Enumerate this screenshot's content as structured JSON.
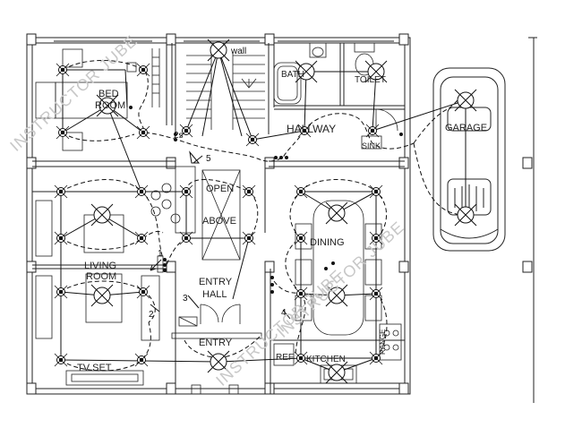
{
  "rooms": {
    "bed_room": [
      "BED",
      "ROOM"
    ],
    "hallway": "HALLWAY",
    "bath": "BATH",
    "toilet": "TOILET",
    "sink": "SINK",
    "garage": "GARAGE",
    "open_above": [
      "OPEN",
      "ABOVE"
    ],
    "living_room": [
      "LIVING",
      "ROOM"
    ],
    "dining": "DINING",
    "entry_hall": [
      "ENTRY",
      "HALL"
    ],
    "entry": "ENTRY",
    "tv_set": "TV SET",
    "ref": "REF",
    "kitchen": "KITCHEN",
    "range": "RANGE"
  },
  "annotations": {
    "wall": "wall",
    "switch_2s": "2s",
    "num_1": "1",
    "num_2": "2",
    "num_3": "3",
    "num_4": "4",
    "num_5": "5"
  },
  "watermarks": [
    "INSTRUCTOR JUBE",
    "INSTRUCTOR JUBE",
    "INSTRUCTOR JUBE"
  ],
  "colors": {
    "lines": "#111111",
    "walls": "#222222",
    "watermark": "#c8c8c8"
  }
}
